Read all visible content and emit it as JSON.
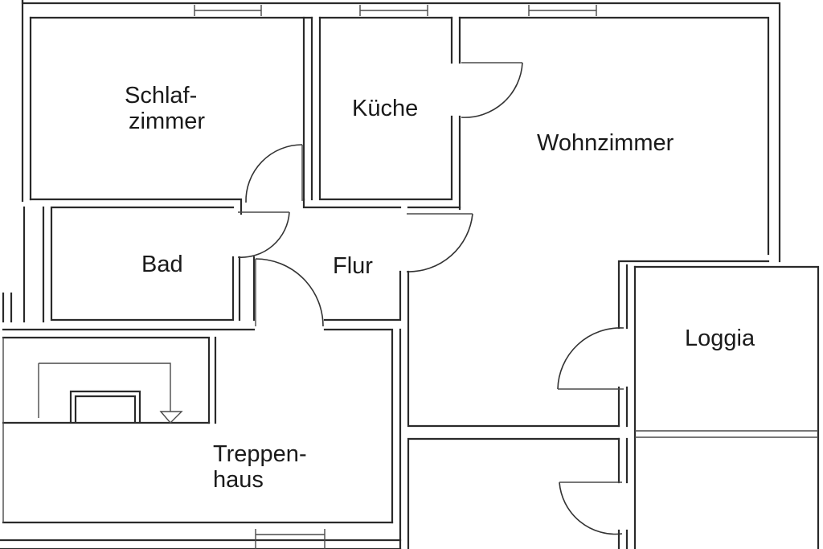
{
  "rooms": {
    "schlafzimmer": {
      "line1": "Schlaf-",
      "line2": "zimmer"
    },
    "kueche": {
      "label": "Küche"
    },
    "wohnzimmer": {
      "label": "Wohnzimmer"
    },
    "bad": {
      "label": "Bad"
    },
    "flur": {
      "label": "Flur"
    },
    "loggia": {
      "label": "Loggia"
    },
    "treppenhaus": {
      "line1": "Treppen-",
      "line2": "haus"
    }
  }
}
